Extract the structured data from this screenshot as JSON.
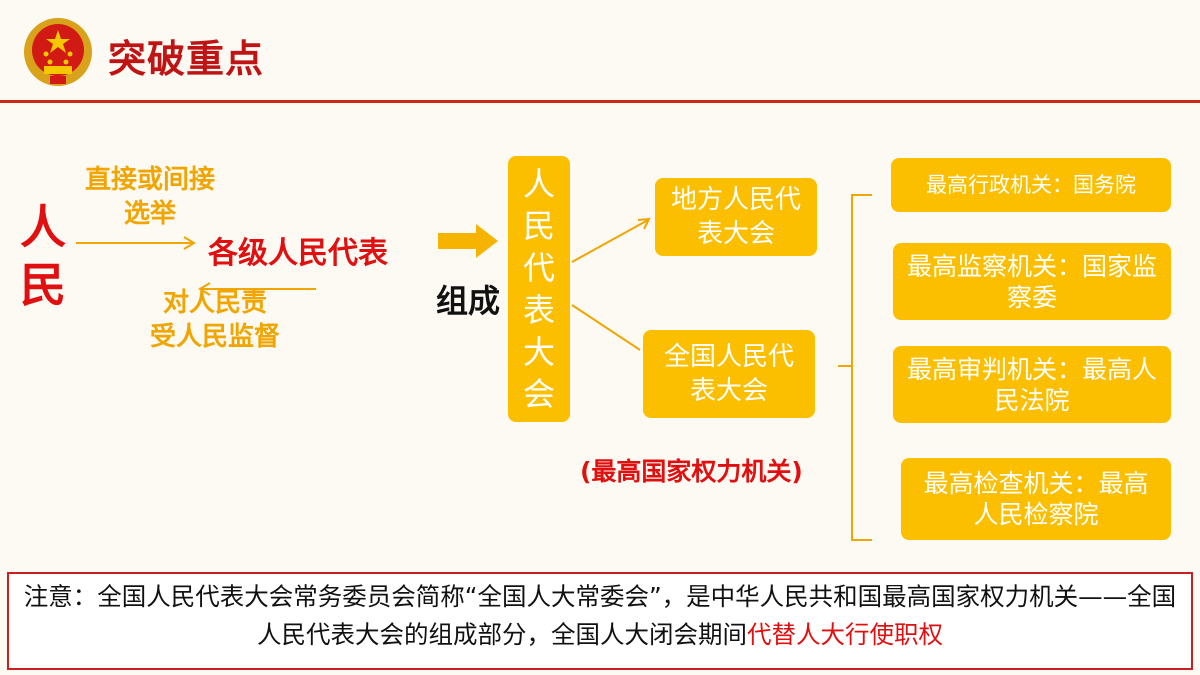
{
  "header": {
    "title": "突破重点"
  },
  "diagram": {
    "people": "人民",
    "elect_label_line1": "直接或间接",
    "elect_label_line2": "选举",
    "responsible_line1": "对人民责",
    "responsible_line2": "受人民监督",
    "representatives": "各级人民代表",
    "compose": "组成",
    "npc_chars": [
      "人",
      "民",
      "代",
      "表",
      "大",
      "会"
    ],
    "local_congress": "地方人民代表大会",
    "national_congress": "全国人民代表大会",
    "highest_power_note": "(最高国家权力机关)",
    "organs": [
      "最高行政机关：国务院",
      "最高监察机关：国家监察委",
      "最高审判机关：最高人民法院",
      "最高检查机关：最高人民检察院"
    ]
  },
  "notice": {
    "text": "注意：全国人民代表大会常务委员会简称“全国人大常委会”，是中华人民共和国最高国家权力机关——全国人民代表大会的组成部分，全国人大闭会期间",
    "highlight": "代替人大行使职权"
  },
  "colors": {
    "accent_red": "#e01010",
    "box_yellow": "#fbbf00",
    "label_orange": "#f0a500"
  },
  "icons": {
    "emblem": "national-emblem-icon"
  }
}
